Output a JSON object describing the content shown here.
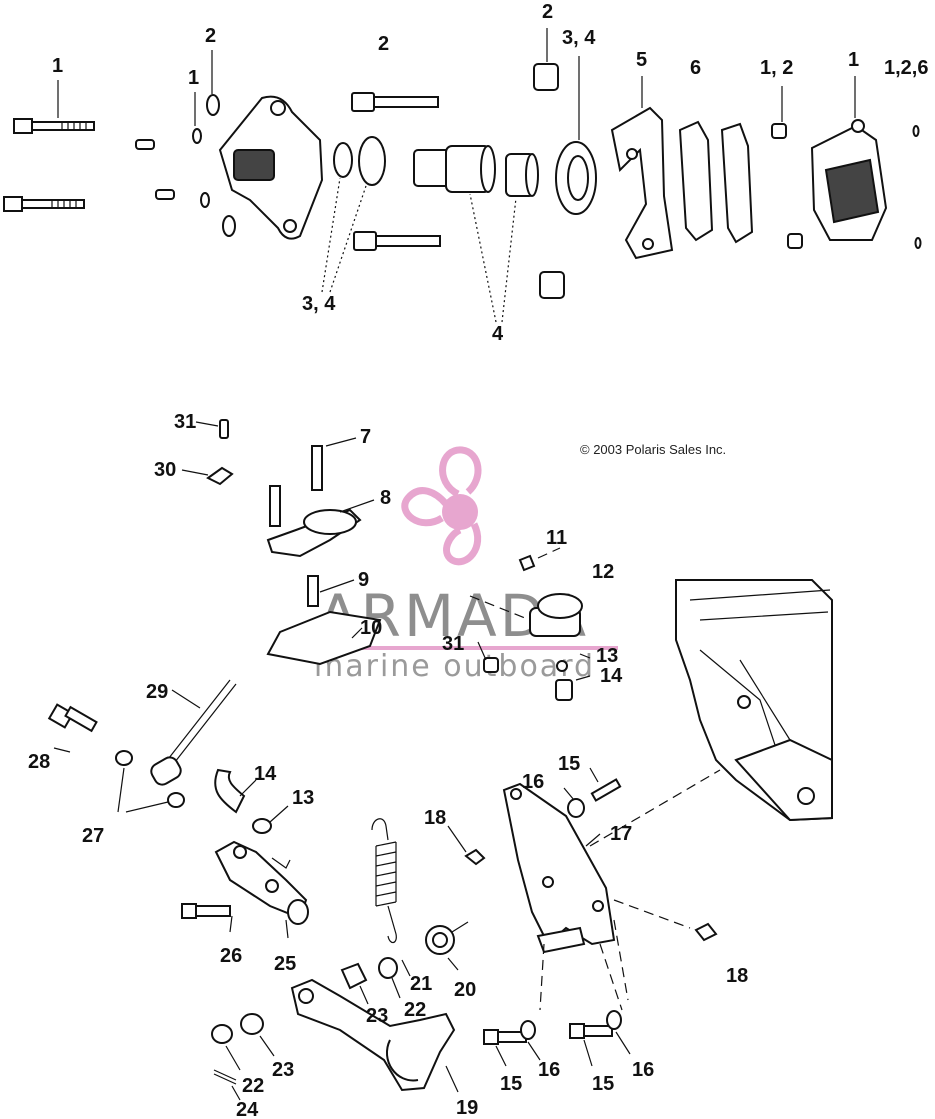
{
  "copyright": "© 2003 Polaris Sales Inc.",
  "watermark": {
    "brand": "ARMADA",
    "tagline": "marine outboard",
    "logo_color": "#e7a6cf",
    "text_color": "#8e8e8e"
  },
  "callouts": {
    "c01": "1",
    "c02": "2",
    "c03": "1",
    "c04": "2",
    "c05": "2",
    "c06": "3, 4",
    "c07": "5",
    "c08": "6",
    "c09": "1, 2",
    "c10": "1",
    "c11": "1,2,6",
    "c12": "3, 4",
    "c13": "4",
    "c14": "31",
    "c15": "7",
    "c16": "30",
    "c17": "8",
    "c18": "11",
    "c19": "12",
    "c20": "9",
    "c21": "10",
    "c22": "31",
    "c23": "13",
    "c24": "14",
    "c25": "29",
    "c26": "28",
    "c27": "14",
    "c28": "13",
    "c29": "27",
    "c30": "15",
    "c31": "16",
    "c32": "18",
    "c33": "17",
    "c34": "26",
    "c35": "25",
    "c36": "20",
    "c37": "21",
    "c38": "22",
    "c39": "23",
    "c40": "18",
    "c41": "23",
    "c42": "22",
    "c43": "24",
    "c44": "19",
    "c45": "15",
    "c46": "16",
    "c47": "15",
    "c48": "16"
  }
}
